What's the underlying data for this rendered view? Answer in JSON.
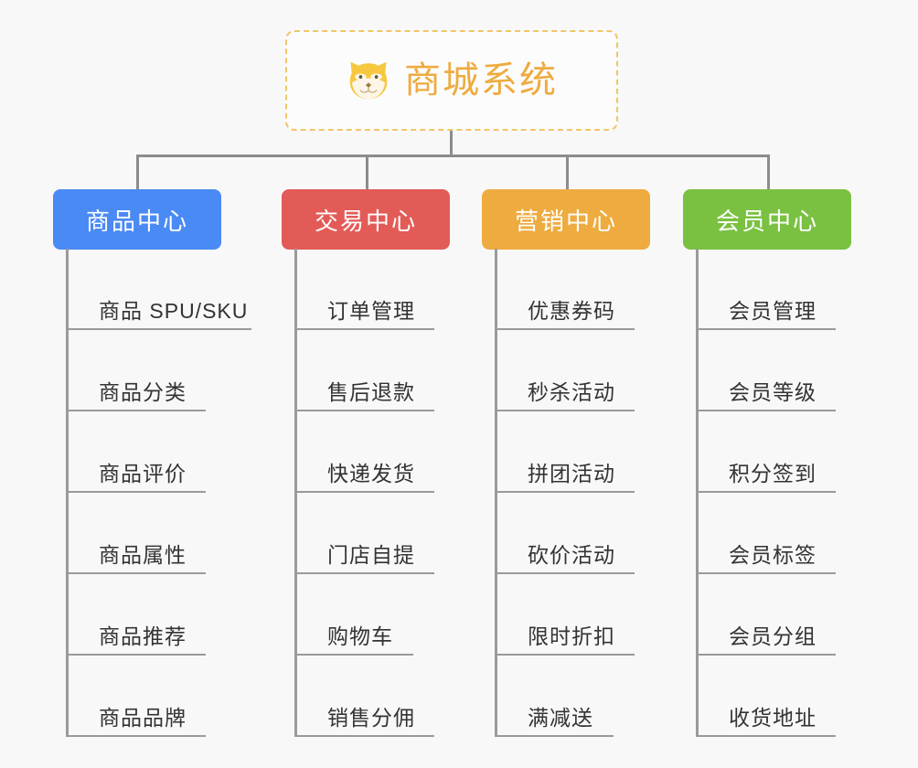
{
  "diagram": {
    "type": "org-tree",
    "background_color": "#f8f8f8",
    "root": {
      "title": "商城系统",
      "icon": "shiba-dog-face-icon",
      "text_color": "#eeab3f",
      "border_color": "#f0c667",
      "border_style": "dashed",
      "background_color": "#fcfcfc"
    },
    "connector_color": "#8c8c8c",
    "branches": [
      {
        "id": "product-center",
        "label": "商品中心",
        "color": "#4a8af4",
        "items": [
          "商品 SPU/SKU",
          "商品分类",
          "商品评价",
          "商品属性",
          "商品推荐",
          "商品品牌"
        ]
      },
      {
        "id": "trade-center",
        "label": "交易中心",
        "color": "#e35b57",
        "items": [
          "订单管理",
          "售后退款",
          "快递发货",
          "门店自提",
          "购物车",
          "销售分佣"
        ]
      },
      {
        "id": "marketing-center",
        "label": "营销中心",
        "color": "#eeab3f",
        "items": [
          "优惠券码",
          "秒杀活动",
          "拼团活动",
          "砍价活动",
          "限时折扣",
          "满减送"
        ]
      },
      {
        "id": "member-center",
        "label": "会员中心",
        "color": "#7ac142",
        "items": [
          "会员管理",
          "会员等级",
          "积分签到",
          "会员标签",
          "会员分组",
          "收货地址"
        ]
      }
    ]
  }
}
